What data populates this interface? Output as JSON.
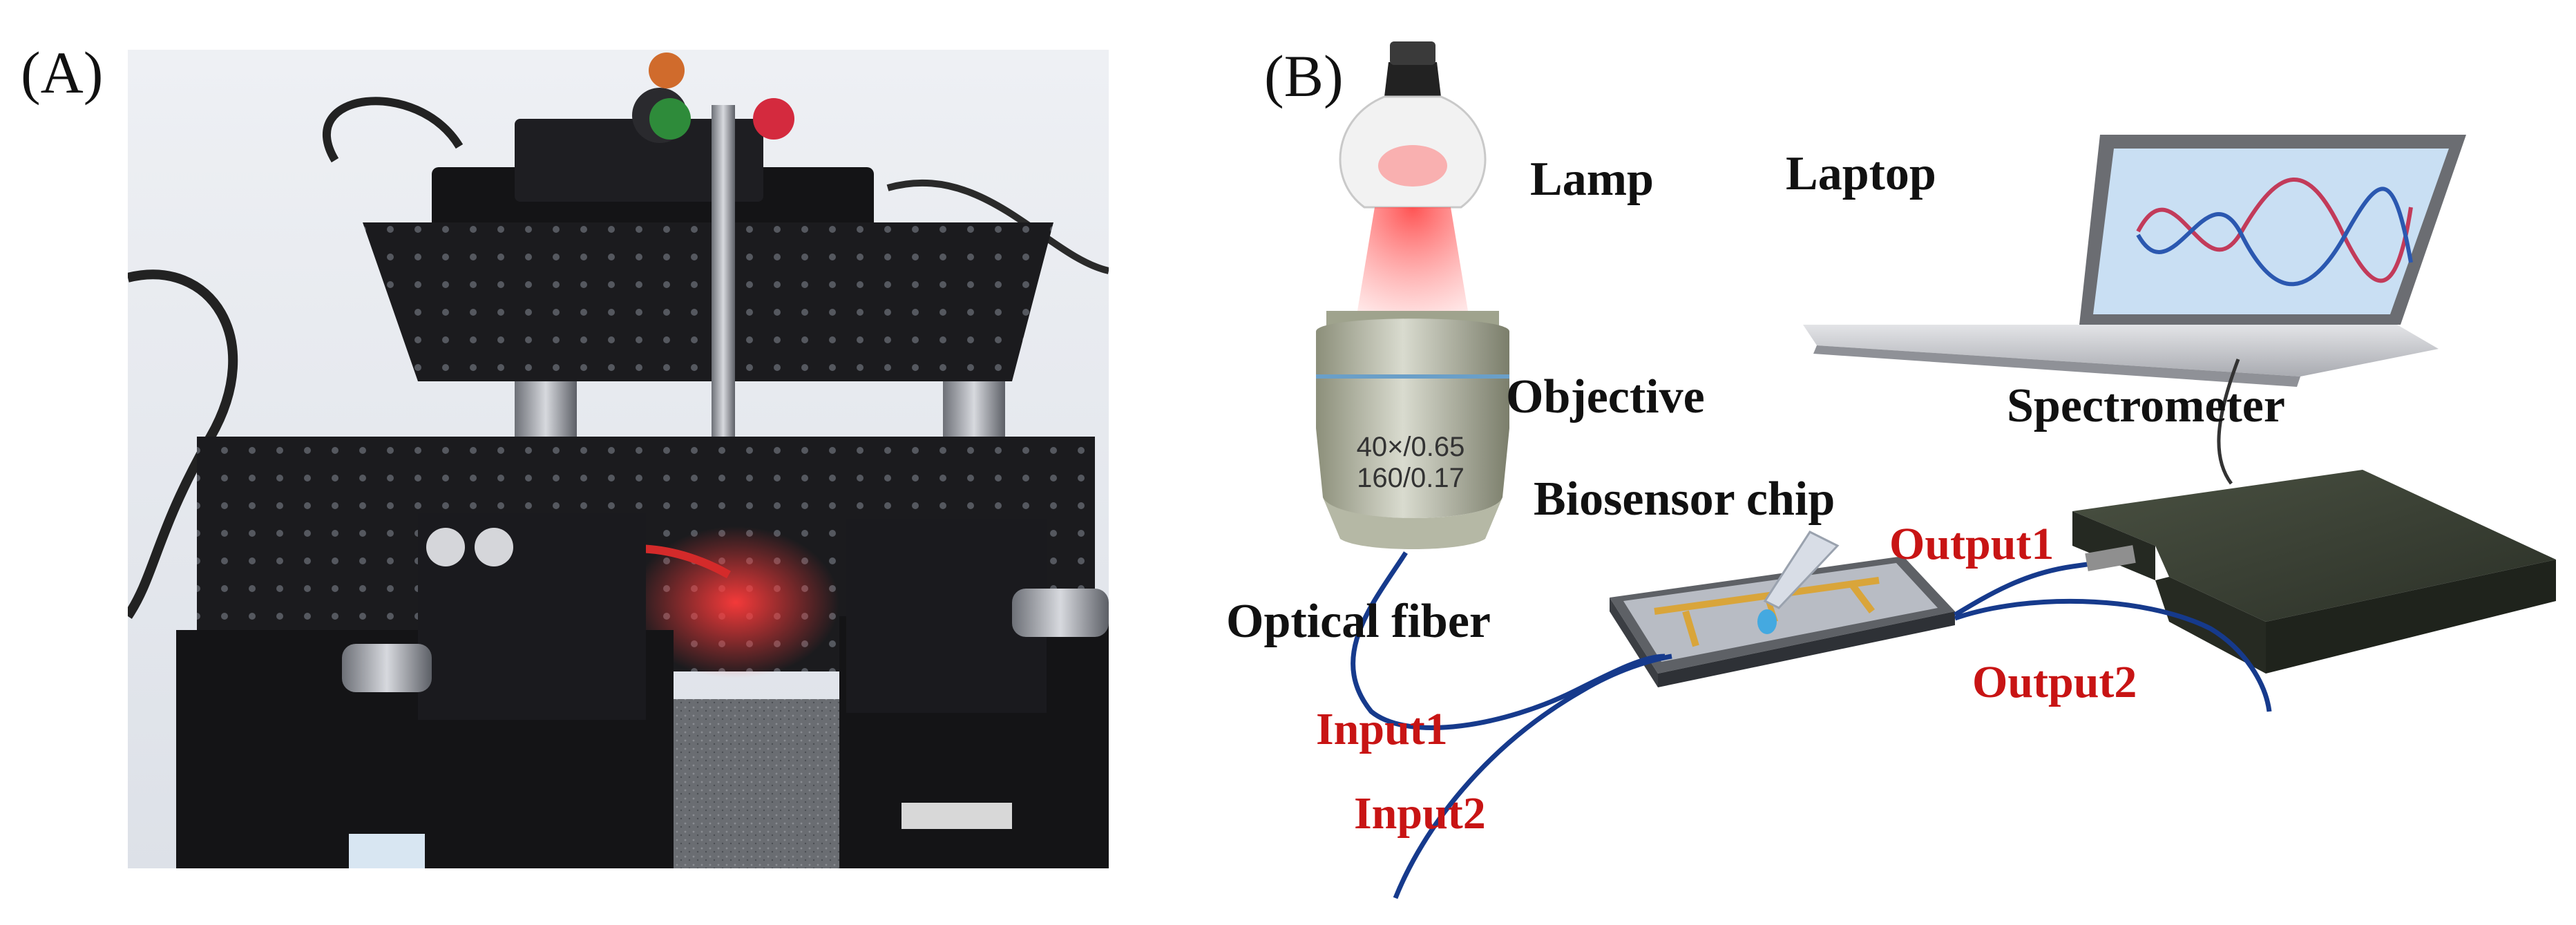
{
  "panels": {
    "a_letter": "(A)",
    "b_letter": "(B)"
  },
  "photo": {
    "description_icon": "optical-test-bench-photo",
    "laser_color": "#e0202a",
    "bench_color": "#1c1c1e",
    "background_color": "#f4f4f6"
  },
  "labels": {
    "lamp": "Lamp",
    "laptop": "Laptop",
    "objective": "Objective",
    "spectrometer": "Spectrometer",
    "biosensor_chip": "Biosensor chip",
    "optical_fiber": "Optical fiber",
    "output1": "Output1",
    "output2": "Output2",
    "input1": "Input1",
    "input2": "Input2"
  },
  "objective_text": {
    "line1": "40×/0.65",
    "line2": "160/0.17"
  },
  "colors": {
    "fiber": "#163a8c",
    "port_label": "#c81414",
    "spectrometer_body": "#2f352a",
    "laptop_screen": "#c9dff3"
  }
}
